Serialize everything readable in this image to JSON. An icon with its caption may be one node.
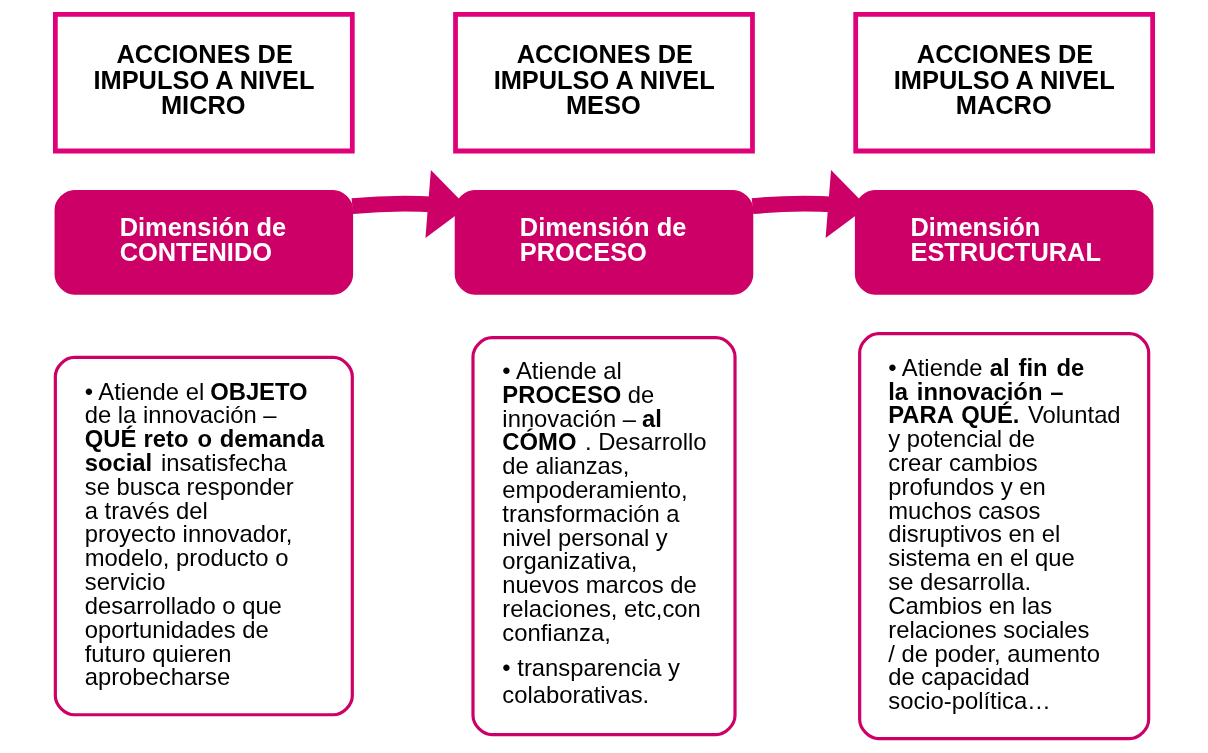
{
  "diagram": {
    "nodes": [
      {
        "text": [
          "ACCIONES DE IMPULSO A NIVEL MICRO"
        ]
      },
      {
        "text": [
          "Dimensión de CONTENIDO"
        ]
      },
      {
        "text": [
          "• Atiende el **OBJETO** de la innovación – **QUÉ reto o demanda social** insatisfecha se busca responder a través del proyecto innovador, modelo, producto o servicio desarrollado o que oportunidades de futuro quieren aprobecharse"
        ]
      },
      {
        "text": [
          "ACCIONES DE IMPULSO A NIVEL MESO"
        ]
      },
      {
        "text": [
          "Dimensión de PROCESO"
        ]
      },
      {
        "text": [
          "• Atiende al **PROCESO** de innovación –**al CÓMO**. Desarrollo de alianzas, empoderamiento, transformación a nivel personal y organizativa, nuevos marcos de relaciones, etc,con confianza,",
          "• transparencia y colaborativas."
        ]
      },
      {
        "text": [
          "ACCIONES DE IMPULSO A NIVEL MACRO"
        ]
      },
      {
        "text": [
          "Dimensión ESTRUCTURAL"
        ]
      },
      {
        "text": [
          "• Atiende **al fin de la innovación – PARA QUÉ.** Voluntad y potencial de crear cambios profundos y en muchos casos disruptivos en el sistema en el que se desarrolla. Cambios en las relaciones sociales / de poder, aumento de capacidad socio-política…"
        ]
      }
    ],
    "edges": [
      {
        "from": 1,
        "to": 4,
        "arrow": "to"
      },
      {
        "from": 4,
        "to": 7,
        "arrow": "to"
      }
    ]
  }
}
